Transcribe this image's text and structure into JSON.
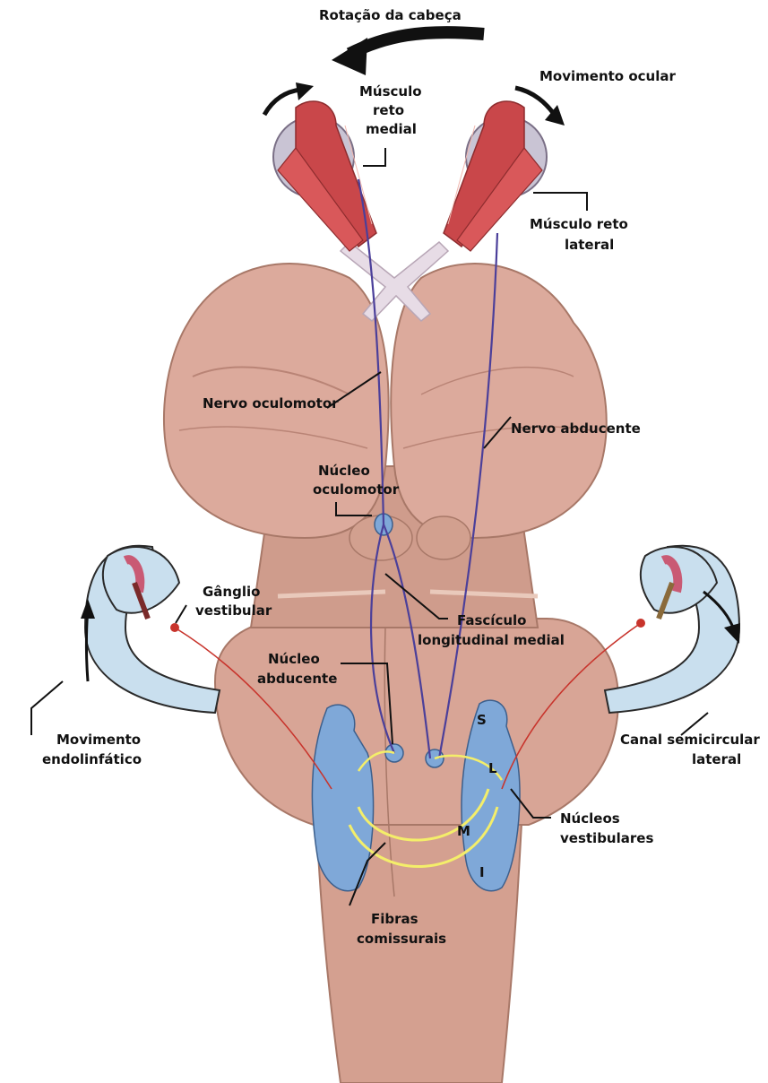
{
  "figure": {
    "labels": {
      "head_rotation": "Rotação da cabeça",
      "eye_movement": "Movimento ocular",
      "medial_rectus_line1": "Músculo",
      "medial_rectus_line2": "reto",
      "medial_rectus_line3": "medial",
      "lateral_rectus_line1": "Músculo reto",
      "lateral_rectus_line2": "lateral",
      "oculomotor_nerve": "Nervo oculomotor",
      "abducens_nerve": "Nervo abducente",
      "oculomotor_nucleus_line1": "Núcleo",
      "oculomotor_nucleus_line2": "oculomotor",
      "vestibular_ganglion_line1": "Gânglio",
      "vestibular_ganglion_line2": "vestibular",
      "mlf_line1": "Fascículo",
      "mlf_line2": "longitudinal medial",
      "abducens_nucleus_line1": "Núcleo",
      "abducens_nucleus_line2": "abducente",
      "endolymph_line1": "Movimento",
      "endolymph_line2": "endolinfático",
      "semicircular_line1": "Canal semicircular",
      "semicircular_line2": "lateral",
      "vestibular_nuclei_line1": "Núcleos",
      "vestibular_nuclei_line2": "vestibulares",
      "commissural_line1": "Fibras",
      "commissural_line2": "comissurais",
      "nucleus_s": "S",
      "nucleus_l": "L",
      "nucleus_m": "M",
      "nucleus_i": "I"
    },
    "colors": {
      "brainstem": "#d9a898",
      "brainstem_dark": "#b98476",
      "muscle": "#c9474a",
      "nerve_purple": "#4b3f9a",
      "vestibular_blue": "#7fa8d8",
      "canal_blue": "#c9dfee",
      "commissural_yellow": "#f4ee6a",
      "vestibular_nerve_red": "#c8342c"
    }
  }
}
